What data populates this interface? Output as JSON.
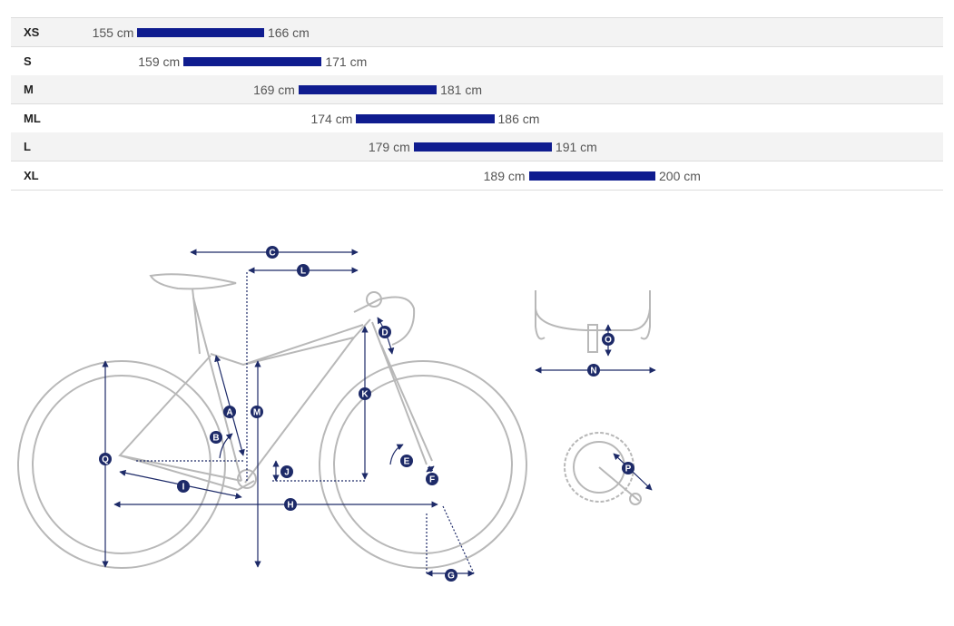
{
  "chart_data": {
    "type": "bar",
    "categories": [
      "XS",
      "S",
      "M",
      "ML",
      "L",
      "XL"
    ],
    "series": [
      {
        "ranges": [
          [
            155,
            166
          ],
          [
            159,
            171
          ],
          [
            169,
            181
          ],
          [
            174,
            186
          ],
          [
            179,
            191
          ],
          [
            189,
            200
          ]
        ],
        "min_labels": [
          "155 cm",
          "159 cm",
          "169 cm",
          "174 cm",
          "179 cm",
          "189 cm"
        ],
        "max_labels": [
          "166 cm",
          "171 cm",
          "181 cm",
          "186 cm",
          "191 cm",
          "200 cm"
        ]
      }
    ],
    "xlim": [
      144,
      225
    ],
    "grid": false,
    "colors": {
      "bar": "#0f1c8f",
      "row_shade": "#f3f3f3",
      "marker": "#1d2a68"
    }
  },
  "geometry_markers": [
    "A",
    "B",
    "C",
    "D",
    "E",
    "F",
    "G",
    "H",
    "I",
    "J",
    "K",
    "L",
    "M",
    "N",
    "O",
    "P",
    "Q"
  ]
}
